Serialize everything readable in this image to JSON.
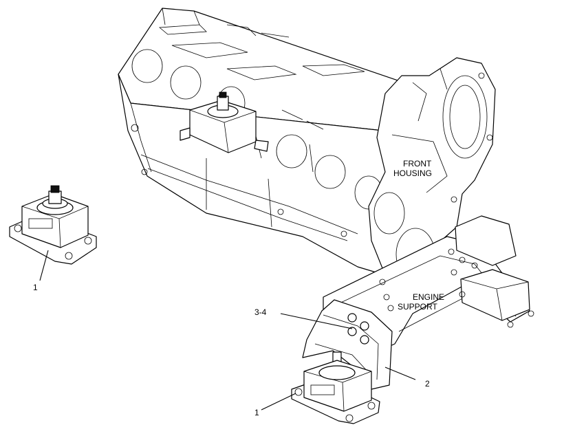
{
  "labels": {
    "front_housing_line1": "FRONT",
    "front_housing_line2": "HOUSING",
    "engine_support_line1": "ENGINE",
    "engine_support_line2": "SUPPORT"
  },
  "callouts": {
    "mount_loose": "1",
    "mount_installed": "1",
    "bolts": "3-4",
    "bracket": "2"
  }
}
